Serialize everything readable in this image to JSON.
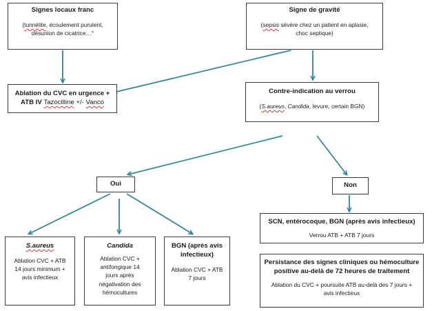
{
  "colors": {
    "arrow": "#31859c",
    "border": "#3a3a3a"
  },
  "box_local": {
    "title": "Signes locaux franc",
    "detail_a": "tunnélite",
    "detail_a_pre": "(",
    "detail_b": ", écoulement purulent,",
    "detail_c": "désunion de cicatrice…°"
  },
  "box_gravite": {
    "title": "Signe de gravité",
    "detail_pre": "(",
    "detail_a": "sepsis",
    "detail_b": " sévère chez un patient en aplasie,",
    "detail_c": "choc septique)"
  },
  "box_ablation": {
    "line1": "Ablation du CVC en urgence +",
    "line2_a": "ATB IV ",
    "line2_b": "Tazocilline",
    "line2_c": " +/- ",
    "line2_d": "Vanco"
  },
  "box_contre": {
    "title": "Contre-indication au verrou",
    "d_pre": "(",
    "d_a": "S.aureus",
    "d_b": ", ",
    "d_c": "Candida",
    "d_d": ", levure, certain BGN)"
  },
  "box_oui": {
    "label": "Oui"
  },
  "box_non": {
    "label": "Non"
  },
  "box_saureus": {
    "title": "S.aureus",
    "l1": "Ablation CVC + ATB",
    "l2": "14 jours minimum +",
    "l3": "avis infectieux"
  },
  "box_candida": {
    "title": "Candida",
    "l1": "Ablation CVC +",
    "l2": "antifongique 14",
    "l3": "jours après",
    "l4": "négativation des",
    "l5": "hémocultures"
  },
  "box_bgn": {
    "title1": "BGN (après avis",
    "title2": "infectieux)",
    "l1": "Ablation CVC + ATB",
    "l2": "7 jours"
  },
  "box_scn": {
    "title": "SCN, entérocoque, BGN (après avis infectieux)",
    "l1": "Verrou ATB + ATB 7 jours"
  },
  "box_persist": {
    "title1": "Persistance des signes cliniques ou hémoculture",
    "title2": "positive au-delà de 72 heures de traitement",
    "l1": "Ablation du CVC + poursuite ATB au-delà des 7 jours +",
    "l2": "avis infectieux"
  }
}
